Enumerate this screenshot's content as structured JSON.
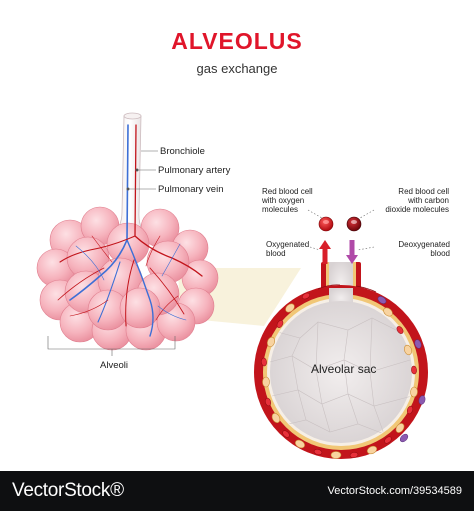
{
  "title": "ALVEOLUS",
  "subtitle": "gas exchange",
  "labels": {
    "bronchiole": "Bronchiole",
    "pulmonary_artery": "Pulmonary artery",
    "pulmonary_vein": "Pulmonary vein",
    "alveoli": "Alveoli",
    "rbc_oxygen": [
      "Red blood cell",
      "with oxygen",
      "molecules"
    ],
    "rbc_co2": [
      "Red blood cell",
      "with carbon",
      "dioxide molecules"
    ],
    "oxygenated": [
      "Oxygenated",
      "blood"
    ],
    "deoxygenated": [
      "Deoxygenated",
      "blood"
    ],
    "alveolar_sac": "Alveolar sac"
  },
  "footer": {
    "logo": "VectorStock®",
    "image_id": "VectorStock.com/39534589"
  },
  "colors": {
    "title": "#e0152a",
    "artery_blood": "#c2141b",
    "alveoli_pink": "#f5a9b4",
    "vein_blue": "#3d6fd6",
    "footer": "#0e0f11"
  }
}
